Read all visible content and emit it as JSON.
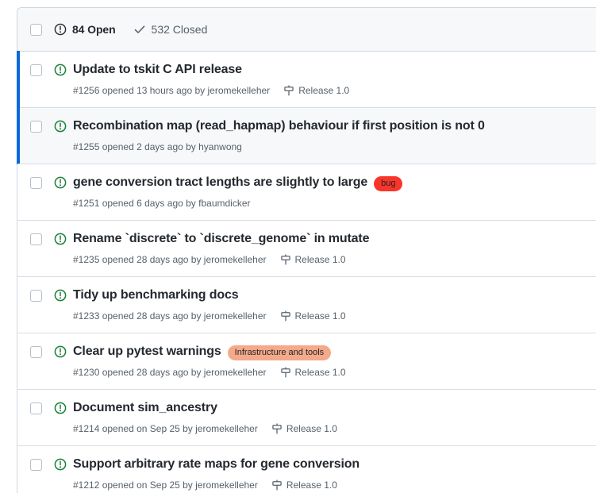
{
  "header": {
    "select_all_checkbox": "select-all",
    "open_icon": "issue-opened-icon",
    "open_label": "84 Open",
    "closed_icon": "check-icon",
    "closed_label": "532 Closed"
  },
  "colors": {
    "open_green": "#1a7f37",
    "unread_blue": "#0969da",
    "border": "#d0d7de",
    "header_bg": "#f6f8fa",
    "row_shaded_bg": "#f6f8fa",
    "title_text": "#24292f",
    "meta_text": "#57606a"
  },
  "issues": [
    {
      "title": "Update to tskit C API release",
      "state_icon": "issue-opened-icon",
      "meta": "#1256 opened 13 hours ago by jeromekelleher",
      "milestone": "Release 1.0",
      "labels": [],
      "unread": true,
      "shaded": false
    },
    {
      "title": "Recombination map (read_hapmap) behaviour if first position is not 0",
      "state_icon": "issue-opened-icon",
      "meta": "#1255 opened 2 days ago by hyanwong",
      "milestone": "",
      "labels": [],
      "unread": true,
      "shaded": true
    },
    {
      "title": "gene conversion tract lengths are slightly to large",
      "state_icon": "issue-opened-icon",
      "meta": "#1251 opened 6 days ago by fbaumdicker",
      "milestone": "",
      "labels": [
        {
          "name": "bug",
          "bg": "#f9352b",
          "fg": "#1f2328"
        }
      ],
      "unread": false,
      "shaded": false
    },
    {
      "title": "Rename `discrete` to `discrete_genome` in mutate",
      "state_icon": "issue-opened-icon",
      "meta": "#1235 opened 28 days ago by jeromekelleher",
      "milestone": "Release 1.0",
      "labels": [],
      "unread": false,
      "shaded": false
    },
    {
      "title": "Tidy up benchmarking docs",
      "state_icon": "issue-opened-icon",
      "meta": "#1233 opened 28 days ago by jeromekelleher",
      "milestone": "Release 1.0",
      "labels": [],
      "unread": false,
      "shaded": false
    },
    {
      "title": "Clear up pytest warnings",
      "state_icon": "issue-opened-icon",
      "meta": "#1230 opened 28 days ago by jeromekelleher",
      "milestone": "Release 1.0",
      "labels": [
        {
          "name": "Infrastructure and tools",
          "bg": "#f4a98a",
          "fg": "#1f2328"
        }
      ],
      "unread": false,
      "shaded": false
    },
    {
      "title": "Document sim_ancestry",
      "state_icon": "issue-opened-icon",
      "meta": "#1214 opened on Sep 25 by jeromekelleher",
      "milestone": "Release 1.0",
      "labels": [],
      "unread": false,
      "shaded": false
    },
    {
      "title": "Support arbitrary rate maps for gene conversion",
      "state_icon": "issue-opened-icon",
      "meta": "#1212 opened on Sep 25 by jeromekelleher",
      "milestone": "Release 1.0",
      "labels": [],
      "unread": false,
      "shaded": false
    }
  ]
}
